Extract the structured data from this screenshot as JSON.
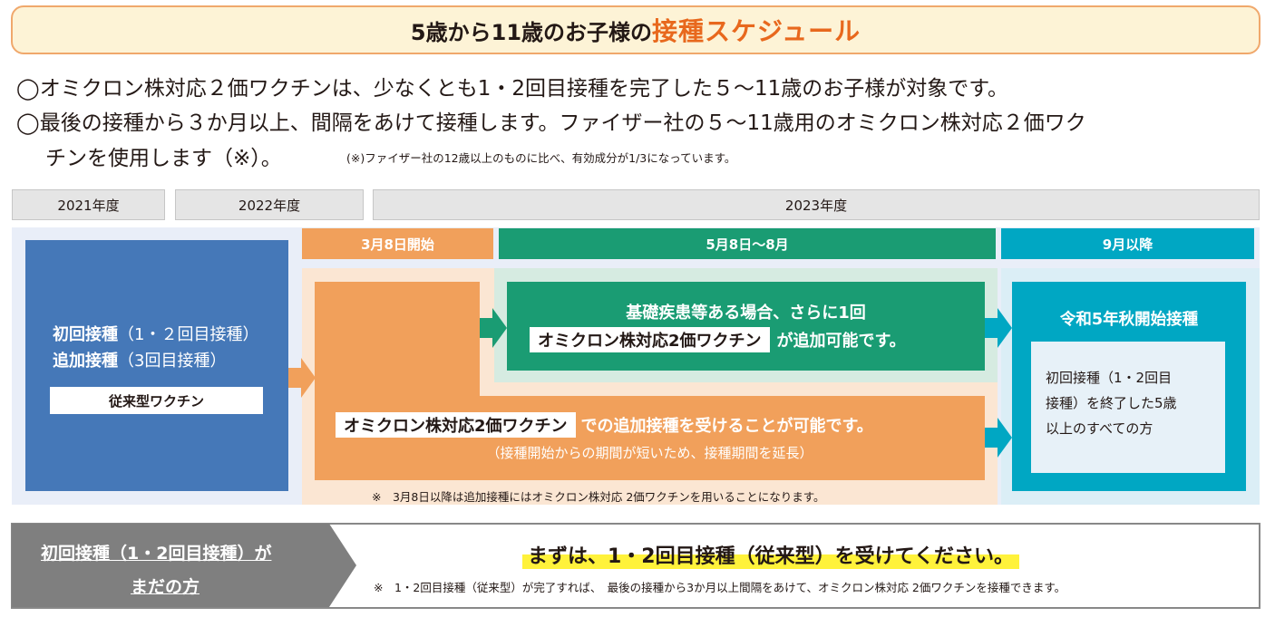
{
  "title": {
    "prefix": "5歳から11歳のお子様の",
    "emphasis": "接種スケジュール"
  },
  "bullets": {
    "b1": "◯オミクロン株対応２価ワクチンは、少なくとも1・2回目接種を完了した５～11歳のお子様が対象です。",
    "b2_line1": "◯最後の接種から３か月以上、間隔をあけて接種します。ファイザー社の５～11歳用のオミクロン株対応２価ワク",
    "b2_line2": "チンを使用します（※）。",
    "b2_note": "(※)ファイザー社の12歳以上のものに比べ、有効成分が1/3になっています。"
  },
  "years": [
    "2021年度",
    "2022年度",
    "2023年度"
  ],
  "phases": {
    "p1": "3月8日開始",
    "p2": "5月8日～8月",
    "p3": "9月以降"
  },
  "left_block": {
    "line1_bold": "初回接種",
    "line1_sub": "（1・２回目接種）",
    "line2_bold": "追加接種",
    "line2_sub": "（3回目接種）",
    "vaccine": "従来型ワクチン"
  },
  "green_box": {
    "line1": "基礎疾患等ある場合、さらに1回",
    "badge": "オミクロン株対応2価ワクチン",
    "line2_tail": "が追加可能です。"
  },
  "orange_box": {
    "badge": "オミクロン株対応2価ワクチン",
    "line1_tail": "での追加接種を受けることが可能です。",
    "line2": "（接種開始からの期間が短いため、接種期間を延長）",
    "note": "※　3月8日以降は追加接種にはオミクロン株対応 2価ワクチンを用いることになります。"
  },
  "teal_box": {
    "title": "令和5年秋開始接種",
    "lines": [
      "初回接種（1・2回目",
      "接種）を終了した5歳",
      "以上のすべての方"
    ]
  },
  "bottom": {
    "left_line1": "初回接種（1・2回目接種）が",
    "left_line2": "まだの方",
    "main": "まずは、1・2回目接種（従来型）を受けてください。",
    "note": "※　1・2回目接種（従来型）が完了すれば、　最後の接種から3か月以上間隔をあけて、オミクロン株対応 2価ワクチンを接種できます。"
  },
  "colors": {
    "title_accent": "#e8681d",
    "left_blue": "#4578b8",
    "phase_orange": "#f1a05b",
    "phase_green": "#1a9c73",
    "phase_teal": "#00a7c3",
    "highlight": "#fff23b",
    "bottom_gray": "#7f7f7f"
  }
}
